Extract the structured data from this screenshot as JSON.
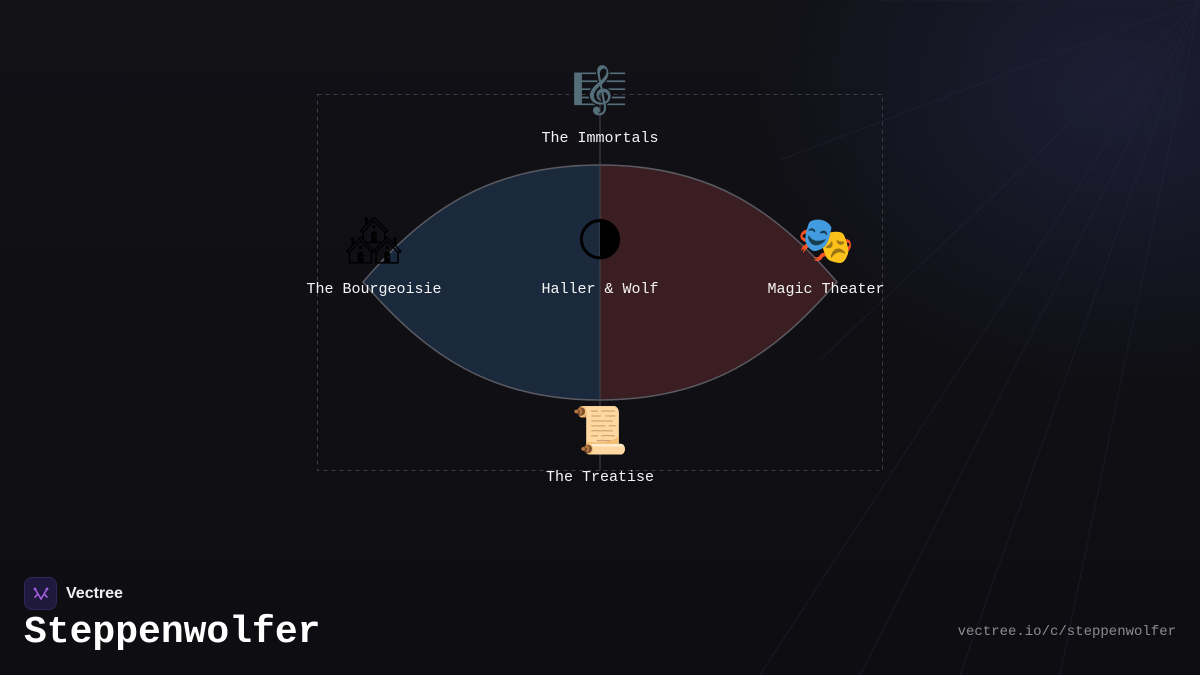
{
  "diagram": {
    "nodes": [
      {
        "id": "immortals",
        "label": "The Immortals",
        "icon": "🎼",
        "icon_name": "musical-score-icon",
        "position": "top"
      },
      {
        "id": "bourgeoisie",
        "label": "The Bourgeoisie",
        "icon": "🏘",
        "icon_name": "houses-icon",
        "position": "left"
      },
      {
        "id": "haller-wolf",
        "label": "Haller & Wolf",
        "icon": "🌗",
        "icon_name": "half-moon-icon",
        "position": "center"
      },
      {
        "id": "magic-theater",
        "label": "Magic Theater",
        "icon": "🎭",
        "icon_name": "theater-masks-icon",
        "position": "right"
      },
      {
        "id": "treatise",
        "label": "The Treatise",
        "icon": "📜",
        "icon_name": "scroll-icon",
        "position": "bottom"
      }
    ],
    "colors": {
      "left_half": "#1b293d",
      "right_half": "#3a1e21",
      "outline": "#5a5a62",
      "guide": "#45454c"
    }
  },
  "brand": {
    "name": "Vectree",
    "logo_icon": "vectree-logo-icon",
    "accent": "#a35de0"
  },
  "title": "Steppenwolfer",
  "url": "vectree.io/c/steppenwolfer"
}
